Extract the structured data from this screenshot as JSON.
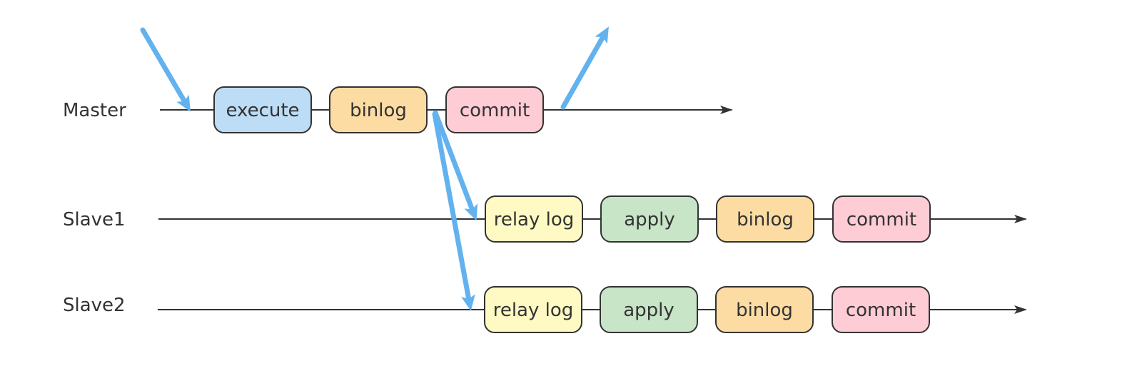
{
  "rows": [
    {
      "id": "master",
      "label": "Master",
      "nodes": [
        "execute",
        "binlog",
        "commit"
      ]
    },
    {
      "id": "slave1",
      "label": "Slave1",
      "nodes": [
        "relay log",
        "apply",
        "binlog",
        "commit"
      ]
    },
    {
      "id": "slave2",
      "label": "Slave2",
      "nodes": [
        "relay log",
        "apply",
        "binlog",
        "commit"
      ]
    }
  ],
  "colors": {
    "execute": "#bddcf6",
    "binlog": "#fddca4",
    "commit": "#fdccd5",
    "relay_log": "#fffac3",
    "apply": "#c8e5c7",
    "line": "#333333",
    "flow_arrow": "#62b2ef"
  }
}
